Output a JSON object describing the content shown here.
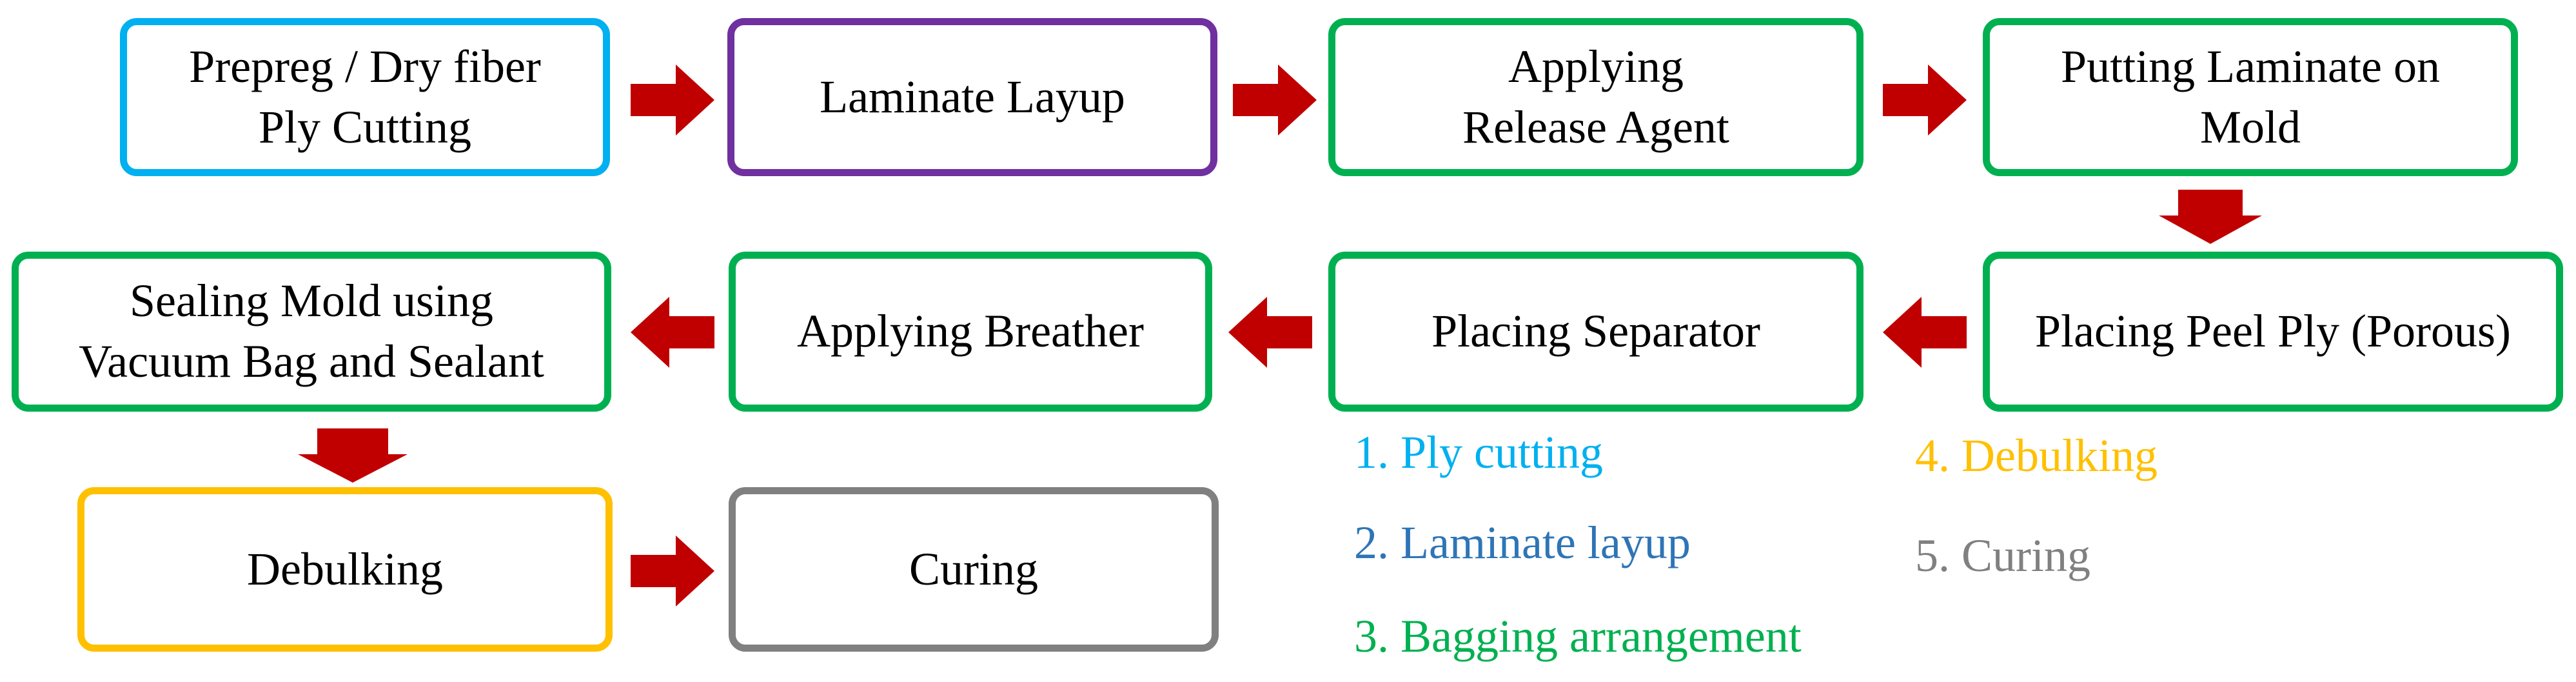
{
  "steps": {
    "ply_cutting": "Prepreg / Dry fiber\nPly Cutting",
    "laminate_layup": "Laminate Layup",
    "release_agent": "Applying\nRelease Agent",
    "laminate_on_mold": "Putting Laminate on\nMold",
    "peel_ply": "Placing Peel Ply (Porous)",
    "separator": "Placing Separator",
    "breather": "Applying Breather",
    "sealing_mold": "Sealing Mold using\nVacuum Bag and Sealant",
    "debulking": "Debulking",
    "curing": "Curing"
  },
  "legend": {
    "item1": "1. Ply cutting",
    "item2": "2. Laminate layup",
    "item3": "3. Bagging arrangement",
    "item4": "4. Debulking",
    "item5": "5.  Curing"
  },
  "colors": {
    "ply_cutting": "#00b0f0",
    "laminate_layup": "#7030a0",
    "bagging": "#00b050",
    "debulking": "#ffc000",
    "curing": "#808080",
    "legend_layup_text": "#2e75b6",
    "arrow": "#c00000"
  }
}
